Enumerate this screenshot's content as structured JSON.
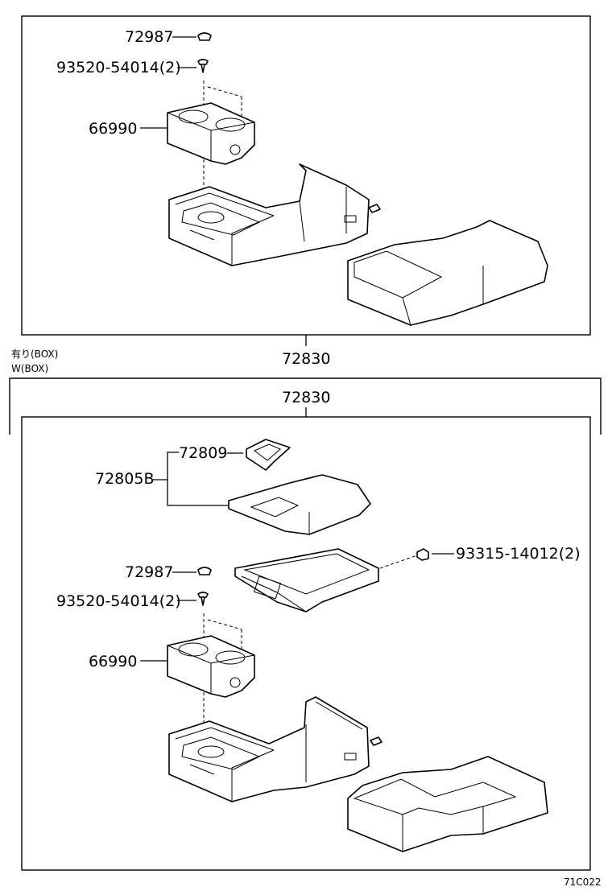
{
  "labels": {
    "upper": {
      "cap": "72987",
      "screw": "93520-54014(2)",
      "cupholder": "66990"
    },
    "mid": {
      "assembly": "72830",
      "note_line1": "有り(BOX)",
      "note_line2": "W(BOX)"
    },
    "lower": {
      "assembly": "72830",
      "knob": "72809",
      "lid": "72805B",
      "cap": "72987",
      "screw": "93520-54014(2)",
      "bolt": "93315-14012(2)",
      "cupholder": "66990"
    },
    "diagram_code": "71C022"
  }
}
